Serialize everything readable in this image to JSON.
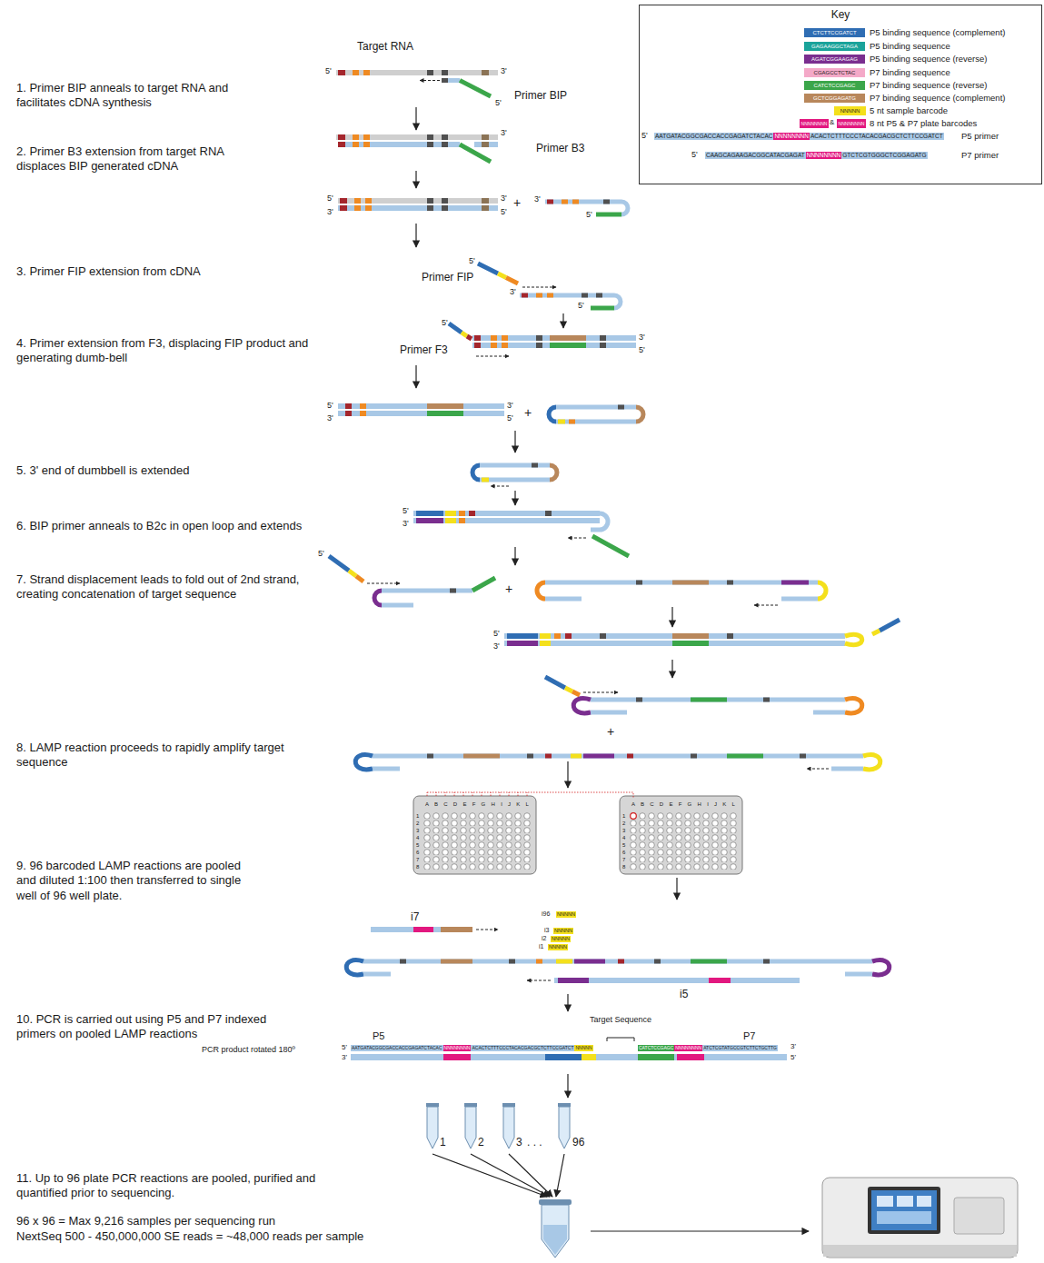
{
  "diagram": {
    "nodes": [
      {
        "text": [
          "Key"
        ]
      }
    ],
    "labels": [
      "Target RNA",
      "5'",
      "3'",
      "1. Primer BIP anneals to target RNA and facilitates cDNA synthesis",
      "Primer BIP",
      "5'",
      "2. Primer B3 extension from target RNA displaces BIP generated cDNA",
      "3'",
      "Primer B3",
      "5'",
      "3'",
      "3'",
      "5'",
      "+",
      "3'",
      "5'",
      "3. Primer FIP extension from cDNA",
      "5'",
      "Primer FIP",
      "3'",
      "5'",
      "4. Primer extension from F3, displacing FIP product and generating dumb-bell",
      "5'",
      "Primer F3",
      "3'",
      "5'",
      "5'",
      "3'",
      "3'",
      "5'",
      "+",
      "5. 3' end of dumbbell is extended",
      "6. BIP primer anneals to B2c in open loop and extends",
      "5'",
      "3'",
      "7. Strand displacement leads to fold out of 2nd strand, creating concatenation of target sequence",
      "5'",
      "+",
      "5'",
      "3'",
      "8. LAMP reaction proceeds to rapidly amplify target sequence",
      "+",
      "9. 96 barcoded LAMP reactions are pooled and diluted 1:100 then transferred to single well of 96 well plate.",
      "A B C D E F G H I J K L",
      "1 2 3 4 5 6 7 8",
      "A B C D E F G H I J K L",
      "1 2 3 4 5 6 7 8",
      "i7",
      "NNNNN",
      "i96",
      "NNNNN",
      "i3",
      "NNNNN",
      "i2",
      "NNNNN",
      "i1",
      "10. PCR is carried out using P5 and P7 indexed primers on pooled LAMP reactions",
      "i5",
      "Target Sequence",
      "P5",
      "P7",
      "PCR product rotated 180º",
      "5'",
      "AATGATACGGCGACCACCGAGATCTACAC",
      "NNNNNNNN",
      "ACACTCTTTCCCTACACGACGCTCTTCCGATCT",
      "NNNNN",
      "CATCTCCGAGC",
      "NNNNNNNN",
      "ATCTCGTATGCCGTCTTCTGCTTG",
      "3'",
      "3'",
      "5'",
      "11. Up to 96 plate PCR reactions are pooled, purified and quantified prior to sequencing.",
      "1",
      "2",
      "3",
      ". . .",
      "96",
      "96 x 96 = Max 9,216 samples per sequencing run",
      "NextSeq 500 - 450,000,000 SE reads = ~48,000 reads per sample",
      "CTCTTCCGATCT",
      "GAGAAGGCTAGA",
      "AGATCGGAAGAG",
      "CGAGCCTCTAC",
      "CATCTCCGAGC",
      "GCTCGGAGATG",
      "NNNNN",
      "NNNNNNNN",
      "&",
      "NNNNNNNN",
      "5'",
      "AATGATACGGCGACCACCGAGATCTACAC",
      "NNNNNNNN",
      "ACACTCTTTCCCTACACGACGCTCTTCCGATCT",
      "5'",
      "CAAGCAGAAGACGGCATACGAGAT",
      "NNNNNNNN",
      "GTCTCGTGGGCTCGGAGATG"
    ],
    "legend": [
      {
        "text": "P5 binding sequence (complement)",
        "color": "#2f6db3"
      },
      {
        "text": "P5 binding sequence",
        "color": "#1aa39a"
      },
      {
        "text": "P5 binding sequence (reverse)",
        "color": "#7a2e8f"
      },
      {
        "text": "P7 binding sequence",
        "color": "#f4a9c8"
      },
      {
        "text": "P7 binding sequence (reverse)",
        "color": "#3ba64a"
      },
      {
        "text": "P7 binding sequence (complement)",
        "color": "#b8875b"
      },
      {
        "text": "5 nt sample barcode",
        "color": "#f4e01c"
      },
      {
        "text": "8 nt P5 & P7 plate barcodes",
        "color": "#e2187f"
      },
      {
        "text": "P5 primer"
      },
      {
        "text": "P7 primer"
      }
    ]
  }
}
